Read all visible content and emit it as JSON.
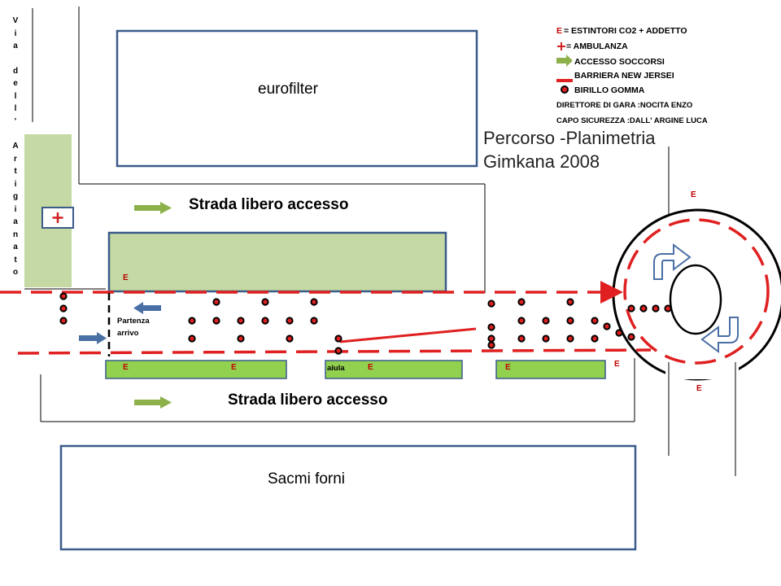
{
  "street_name": "Via dell' Artigianato",
  "buildings": {
    "top": "eurofilter",
    "bottom": "Sacmi forni"
  },
  "roads": {
    "top_access": "Strada libero accesso",
    "bottom_access": "Strada libero accesso"
  },
  "title": {
    "line1": "Percorso -Planimetria",
    "line2": "Gimkana 2008"
  },
  "start_label": {
    "line1": "Partenza",
    "line2": "arrivo"
  },
  "aiuola_label": "aiula",
  "extinguisher_letter": "E",
  "legend": {
    "extinguisher": "= ESTINTORI  CO2 + ADDETTO",
    "ambulance": "= AMBULANZA",
    "rescue_access": "ACCESSO SOCCORSI",
    "barrier": "BARRIERA  NEW JERSEI",
    "cone": "BIRILLO GOMMA",
    "director": "DIRETTORE  DI GARA :NOCITA ENZO",
    "safety": "CAPO SICUREZZA :DALL'  ARGINE LUCA"
  },
  "colors": {
    "barrier": "#e02020",
    "green_arrow": "#8db04a",
    "blue_arrow": "#4a6fa5",
    "grass_light": "#c4d9a3",
    "grass_strip": "#92d050",
    "building_border": "#3b5b8a",
    "extinguisher": "#c00000"
  }
}
